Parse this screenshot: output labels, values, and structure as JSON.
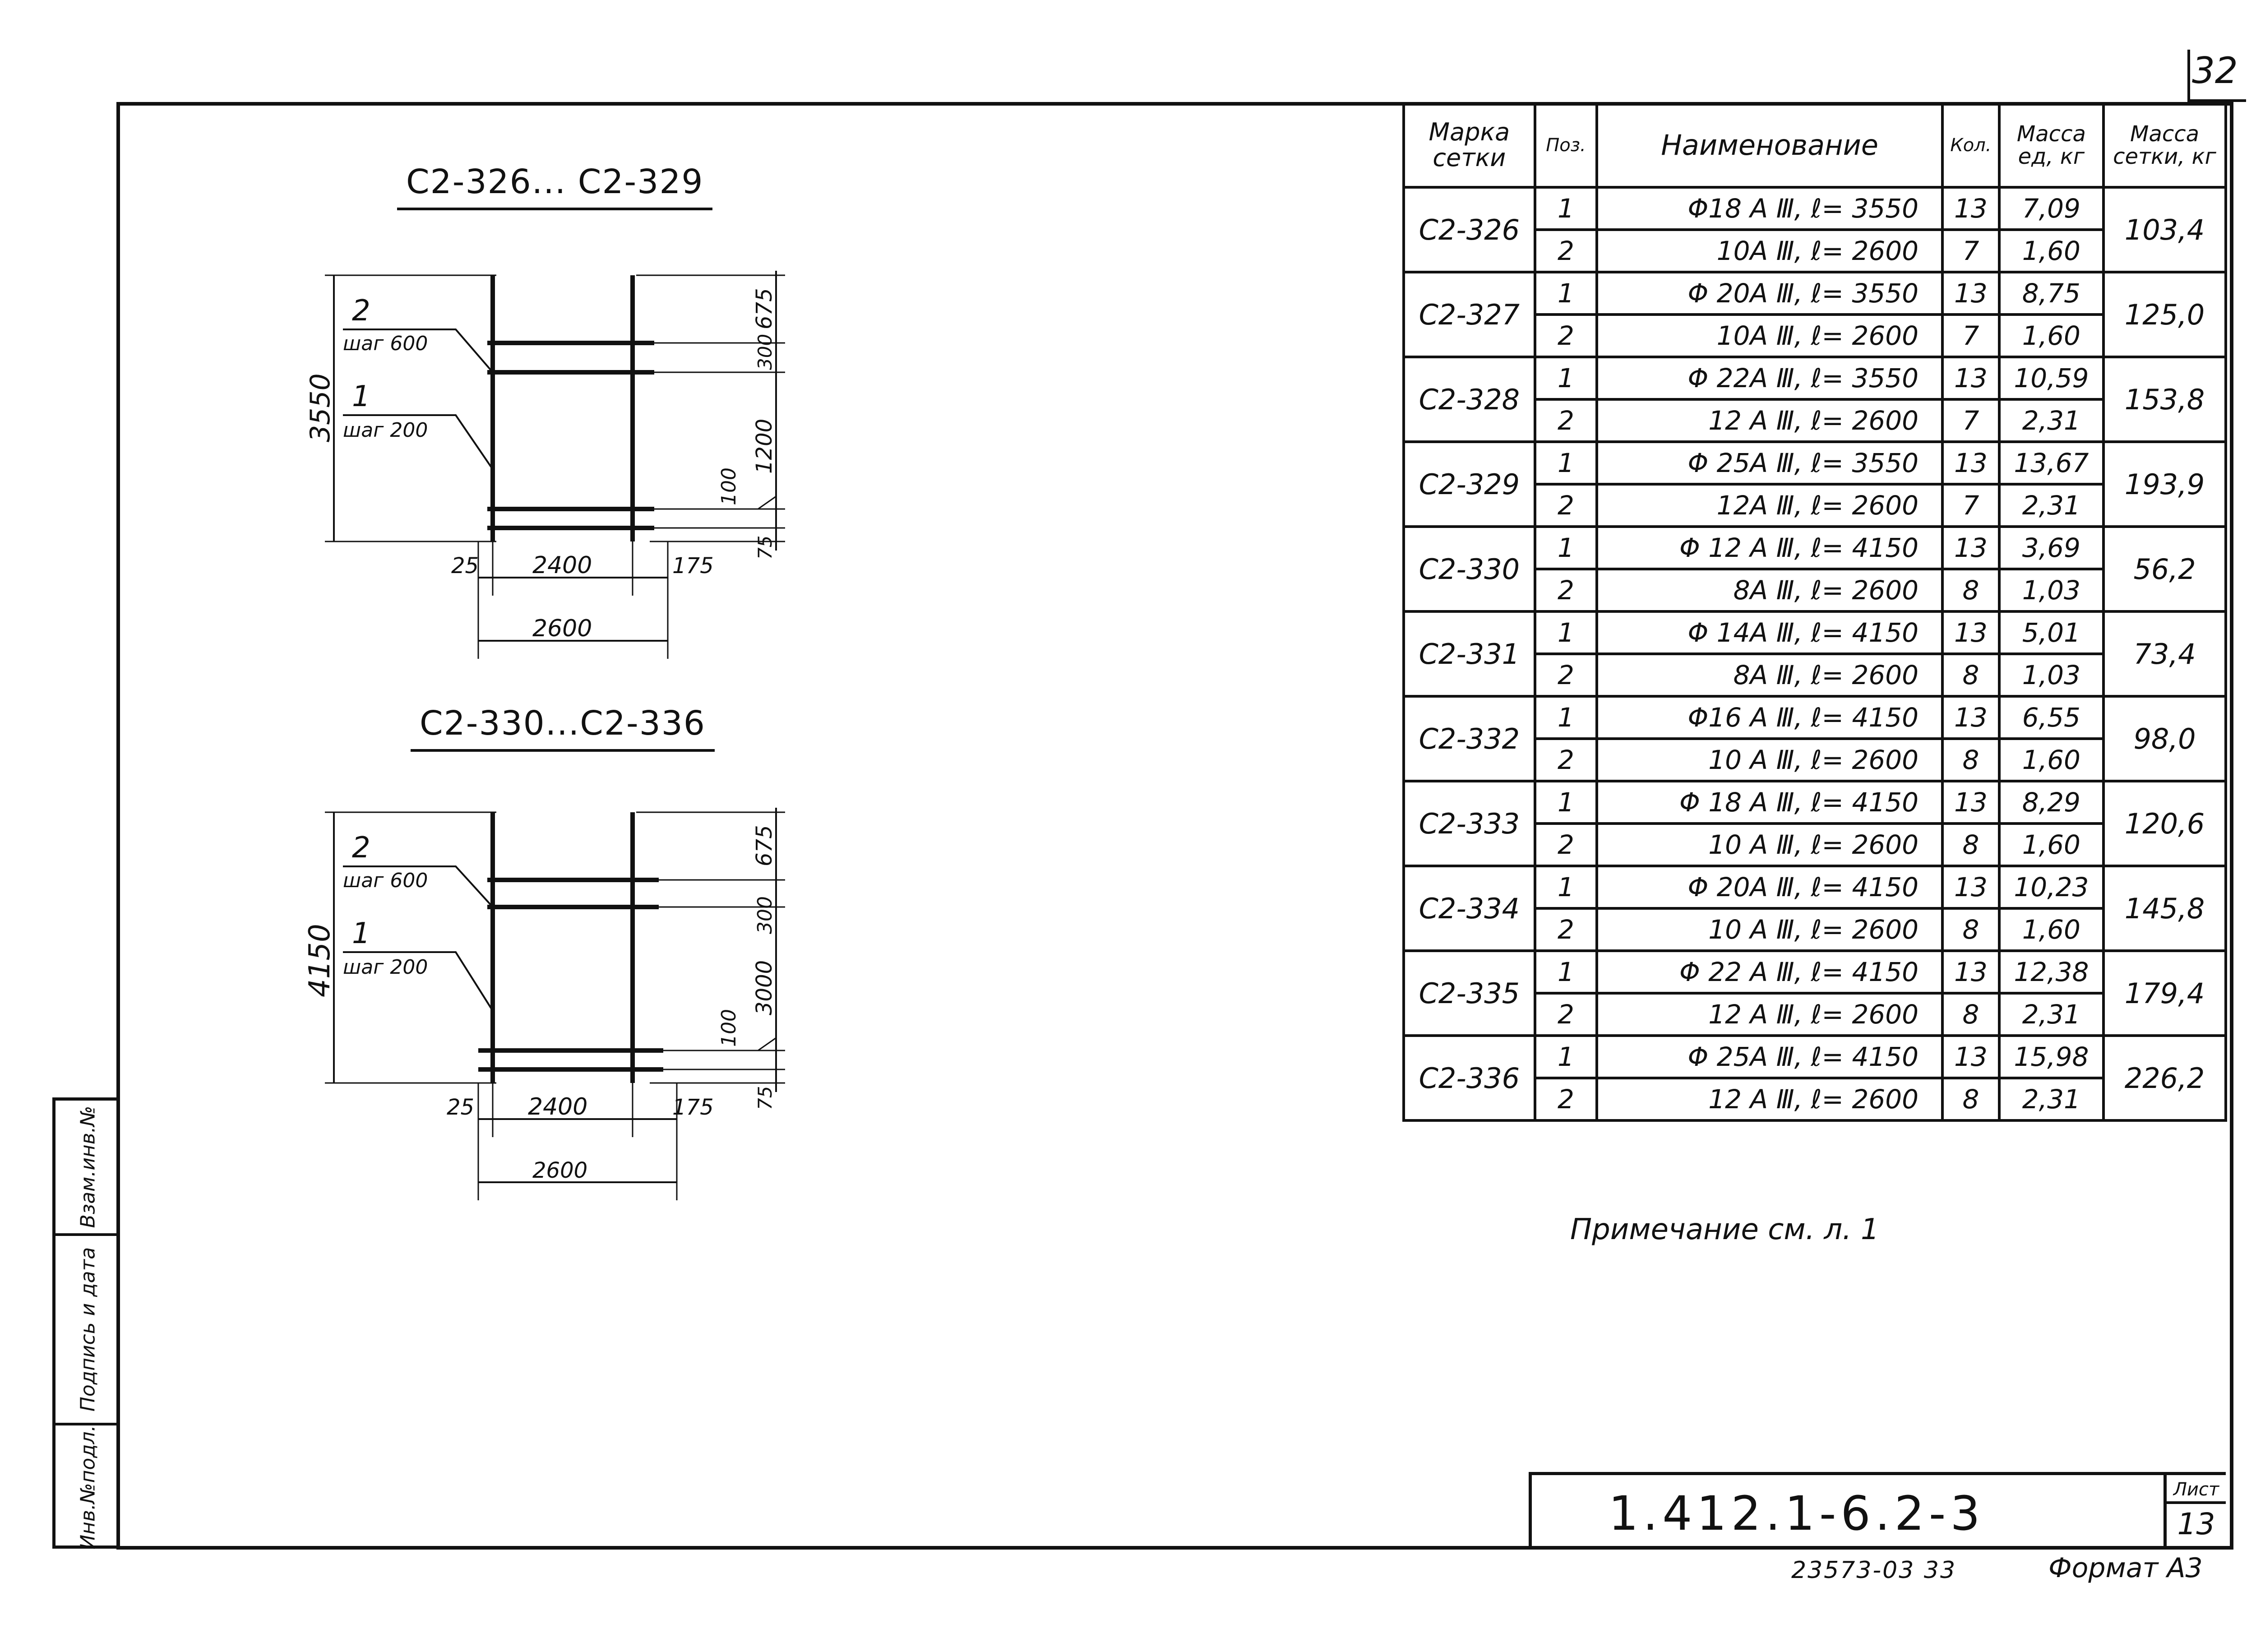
{
  "sheet_corner_number": "32",
  "side_stamp": {
    "cells": [
      "Взам.инв.№",
      "Подпись и дата",
      "Инв.№подл."
    ]
  },
  "drawing_1": {
    "title": "С2-326... С2-329",
    "overall_height": "3550",
    "pos2_label": "2",
    "pos2_step": "шаг 600",
    "pos1_label": "1",
    "pos1_step": "шаг 200",
    "dim_675": "675",
    "dim_300": "300",
    "dim_main": "1200",
    "dim_100": "100",
    "dim_75": "75",
    "dim_25": "25",
    "dim_2400": "2400",
    "dim_175": "175",
    "dim_2600": "2600"
  },
  "drawing_2": {
    "title": "С2-330...С2-336",
    "overall_height": "4150",
    "pos2_label": "2",
    "pos2_step": "шаг 600",
    "pos1_label": "1",
    "pos1_step": "шаг 200",
    "dim_675": "675",
    "dim_300": "300",
    "dim_main": "3000",
    "dim_100": "100",
    "dim_75": "75",
    "dim_25": "25",
    "dim_2400": "2400",
    "dim_175": "175",
    "dim_2600": "2600"
  },
  "table": {
    "headers": {
      "mark": "Марка сетки",
      "pos": "Поз.",
      "name": "Наименование",
      "qty": "Кол.",
      "unit_mass": "Масса ед, кг",
      "mesh_mass": "Масса сетки, кг"
    },
    "rows": [
      {
        "mark": "С2-326",
        "r1": {
          "pos": "1",
          "name": "Φ18 A Ⅲ,  ℓ= 3550",
          "qty": "13",
          "mass": "7,09"
        },
        "r2": {
          "pos": "2",
          "name": "10A Ⅲ,  ℓ= 2600",
          "qty": "7",
          "mass": "1,60"
        },
        "total": "103,4"
      },
      {
        "mark": "С2-327",
        "r1": {
          "pos": "1",
          "name": "Φ 20A Ⅲ,  ℓ= 3550",
          "qty": "13",
          "mass": "8,75"
        },
        "r2": {
          "pos": "2",
          "name": "10A Ⅲ,  ℓ= 2600",
          "qty": "7",
          "mass": "1,60"
        },
        "total": "125,0"
      },
      {
        "mark": "С2-328",
        "r1": {
          "pos": "1",
          "name": "Φ 22A Ⅲ,  ℓ= 3550",
          "qty": "13",
          "mass": "10,59"
        },
        "r2": {
          "pos": "2",
          "name": "12 A Ⅲ,  ℓ= 2600",
          "qty": "7",
          "mass": "2,31"
        },
        "total": "153,8"
      },
      {
        "mark": "С2-329",
        "r1": {
          "pos": "1",
          "name": "Φ 25A Ⅲ,  ℓ= 3550",
          "qty": "13",
          "mass": "13,67"
        },
        "r2": {
          "pos": "2",
          "name": "12A Ⅲ,  ℓ= 2600",
          "qty": "7",
          "mass": "2,31"
        },
        "total": "193,9"
      },
      {
        "mark": "С2-330",
        "r1": {
          "pos": "1",
          "name": "Φ 12 A Ⅲ,  ℓ= 4150",
          "qty": "13",
          "mass": "3,69"
        },
        "r2": {
          "pos": "2",
          "name": "8A Ⅲ,  ℓ= 2600",
          "qty": "8",
          "mass": "1,03"
        },
        "total": "56,2"
      },
      {
        "mark": "С2-331",
        "r1": {
          "pos": "1",
          "name": "Φ 14A Ⅲ,  ℓ= 4150",
          "qty": "13",
          "mass": "5,01"
        },
        "r2": {
          "pos": "2",
          "name": "8A Ⅲ,  ℓ= 2600",
          "qty": "8",
          "mass": "1,03"
        },
        "total": "73,4"
      },
      {
        "mark": "С2-332",
        "r1": {
          "pos": "1",
          "name": "Φ16 A Ⅲ,  ℓ= 4150",
          "qty": "13",
          "mass": "6,55"
        },
        "r2": {
          "pos": "2",
          "name": "10 A Ⅲ,  ℓ= 2600",
          "qty": "8",
          "mass": "1,60"
        },
        "total": "98,0"
      },
      {
        "mark": "С2-333",
        "r1": {
          "pos": "1",
          "name": "Φ 18 A Ⅲ,  ℓ= 4150",
          "qty": "13",
          "mass": "8,29"
        },
        "r2": {
          "pos": "2",
          "name": "10 A Ⅲ,  ℓ= 2600",
          "qty": "8",
          "mass": "1,60"
        },
        "total": "120,6"
      },
      {
        "mark": "С2-334",
        "r1": {
          "pos": "1",
          "name": "Φ 20A Ⅲ,  ℓ= 4150",
          "qty": "13",
          "mass": "10,23"
        },
        "r2": {
          "pos": "2",
          "name": "10 A Ⅲ,  ℓ= 2600",
          "qty": "8",
          "mass": "1,60"
        },
        "total": "145,8"
      },
      {
        "mark": "С2-335",
        "r1": {
          "pos": "1",
          "name": "Φ 22 A Ⅲ,  ℓ= 4150",
          "qty": "13",
          "mass": "12,38"
        },
        "r2": {
          "pos": "2",
          "name": "12 A Ⅲ,  ℓ= 2600",
          "qty": "8",
          "mass": "2,31"
        },
        "total": "179,4"
      },
      {
        "mark": "С2-336",
        "r1": {
          "pos": "1",
          "name": "Φ 25A Ⅲ,  ℓ= 4150",
          "qty": "13",
          "mass": "15,98"
        },
        "r2": {
          "pos": "2",
          "name": "12 A Ⅲ,  ℓ= 2600",
          "qty": "8",
          "mass": "2,31"
        },
        "total": "226,2"
      }
    ]
  },
  "note": "Примечание см. л. 1",
  "stamp": {
    "code": "1.412.1-6.2-3",
    "sheet_label": "Лист",
    "sheet_number": "13"
  },
  "footer": {
    "archive_code": "23573-03  33",
    "format": "Формат А3"
  }
}
